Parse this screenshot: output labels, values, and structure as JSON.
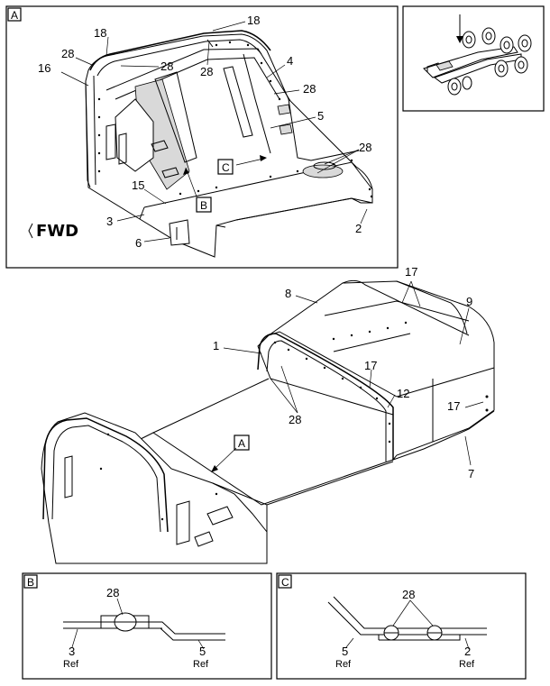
{
  "diagram": {
    "detail_labels": {
      "detail_a": "A",
      "detail_b": "B",
      "detail_c": "C",
      "ref_a": "A",
      "ref_b": "B",
      "ref_c": "C"
    },
    "orientation": "FWD",
    "callouts_detail_a": {
      "c16": "16",
      "c28a": "28",
      "c18a": "18",
      "c28b": "28",
      "c18b": "18",
      "c28c": "28",
      "c4": "4",
      "c28d": "28",
      "c5": "5",
      "c28e": "28",
      "c15": "15",
      "c3": "3",
      "c6": "6",
      "c2": "2"
    },
    "callouts_main": {
      "c8": "8",
      "c17a": "17",
      "c9": "9",
      "c1": "1",
      "c17b": "17",
      "c12": "12",
      "c17c": "17",
      "c28": "28",
      "c7": "7"
    },
    "callouts_detail_b": {
      "c28": "28",
      "c3": "3",
      "c3_ref": "Ref",
      "c5": "5",
      "c5_ref": "Ref"
    },
    "callouts_detail_c": {
      "c28": "28",
      "c5": "5",
      "c5_ref": "Ref",
      "c2": "2",
      "c2_ref": "Ref"
    }
  }
}
